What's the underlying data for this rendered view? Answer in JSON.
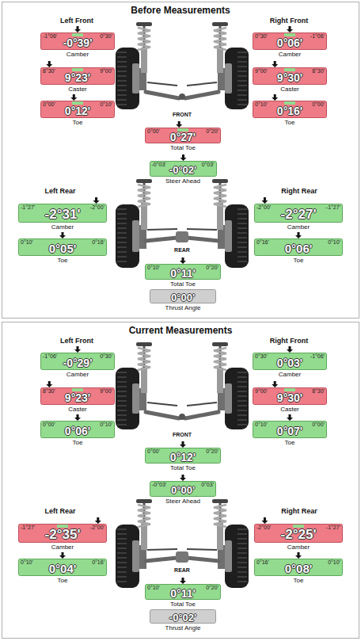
{
  "diagram": {
    "nodes": [
      {
        "text": [
          "Before Measurements"
        ]
      },
      {
        "text": [
          "-1°06'",
          "0°30'",
          "-0°39'",
          "Camber"
        ],
        "in": 0
      },
      {
        "text": [
          "0°30'",
          "-1°06'",
          "0°06'",
          "Camber"
        ],
        "in": 0
      },
      {
        "text": [
          "8°30'",
          "9°00'",
          "9°23'",
          "Caster"
        ],
        "in": 0
      },
      {
        "text": [
          "9°00'",
          "8°30'",
          "9°30'",
          "Caster"
        ],
        "in": 0
      },
      {
        "text": [
          "0°00'",
          "0°10'",
          "0°12'",
          "Toe"
        ],
        "in": 0
      },
      {
        "text": [
          "0°10'",
          "0°00'",
          "0°16'",
          "Toe"
        ],
        "in": 0
      },
      {
        "text": [
          "0°00'",
          "0°20'",
          "0°27'",
          "Total Toe"
        ],
        "in": 0
      },
      {
        "text": [
          "-0°03'",
          "0°03'",
          "-0°02'",
          "Steer Ahead"
        ],
        "in": 0
      },
      {
        "text": [
          "-1°27'",
          "-2°00'",
          "-2°31'",
          "Camber"
        ],
        "in": 0
      },
      {
        "text": [
          "-2°00'",
          "-1°27'",
          "-2°27'",
          "Camber"
        ],
        "in": 0
      },
      {
        "text": [
          "0°10'",
          "0°16'",
          "0°05'",
          "Toe"
        ],
        "in": 0
      },
      {
        "text": [
          "0°16'",
          "0°10'",
          "0°06'",
          "Toe"
        ],
        "in": 0
      },
      {
        "text": [
          "0°10'",
          "0°20'",
          "0°11'",
          "Total Toe"
        ],
        "in": 0
      },
      {
        "text": [
          "0°00'",
          "Thrust Angle"
        ],
        "in": 0
      },
      {
        "text": [
          "Current Measurements"
        ]
      },
      {
        "text": [
          "-1°06'",
          "0°30'",
          "-0°29'",
          "Camber"
        ],
        "in": 15
      },
      {
        "text": [
          "0°30'",
          "-1°06'",
          "0°03'",
          "Camber"
        ],
        "in": 15
      },
      {
        "text": [
          "8°30'",
          "9°00'",
          "9°23'",
          "Caster"
        ],
        "in": 15
      },
      {
        "text": [
          "9°00'",
          "8°30'",
          "9°30'",
          "Caster"
        ],
        "in": 15
      },
      {
        "text": [
          "0°00'",
          "0°10'",
          "0°06'",
          "Toe"
        ],
        "in": 15
      },
      {
        "text": [
          "0°10'",
          "0°00'",
          "0°07'",
          "Toe"
        ],
        "in": 15
      },
      {
        "text": [
          "0°00'",
          "0°20'",
          "0°12'",
          "Total Toe"
        ],
        "in": 15
      },
      {
        "text": [
          "-0°03'",
          "0°03'",
          "0°00'",
          "Steer Ahead"
        ],
        "in": 15
      },
      {
        "text": [
          "-1°27'",
          "-2°00'",
          "-2°35'",
          "Camber"
        ],
        "in": 15
      },
      {
        "text": [
          "-2°00'",
          "-1°27'",
          "-2°25'",
          "Camber"
        ],
        "in": 15
      },
      {
        "text": [
          "0°10'",
          "0°16'",
          "0°04'",
          "Toe"
        ],
        "in": 15
      },
      {
        "text": [
          "0°16'",
          "0°10'",
          "0°08'",
          "Toe"
        ],
        "in": 15
      },
      {
        "text": [
          "0°10'",
          "0°20'",
          "0°11'",
          "Total Toe"
        ],
        "in": 15
      },
      {
        "text": [
          "-0°02'",
          "Thrust Angle"
        ],
        "in": 15
      }
    ],
    "labels": [
      "Left Front",
      "Right Front",
      "FRONT",
      "Left Rear",
      "Right Rear",
      "REAR",
      "Left Front",
      "Right Front",
      "FRONT",
      "Left Rear",
      "Right Rear",
      "REAR"
    ]
  }
}
